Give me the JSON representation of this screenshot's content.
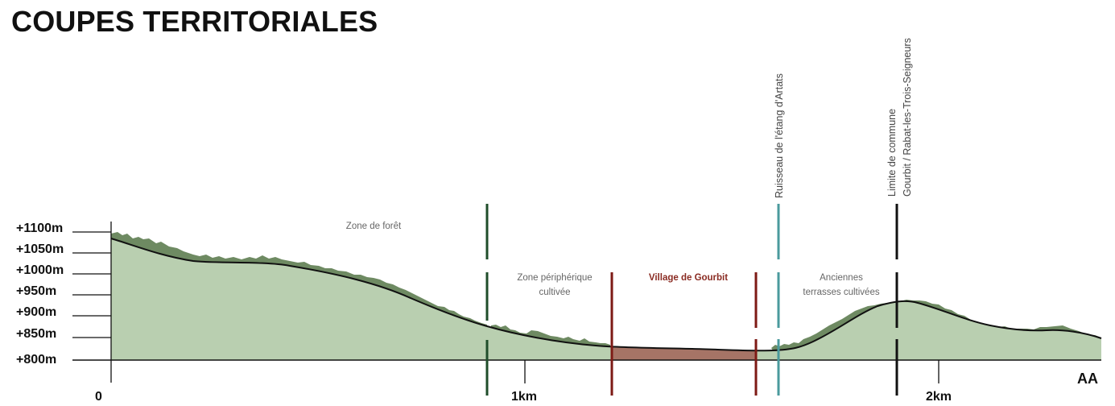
{
  "title": "COUPES TERRITORIALES",
  "section_id": "AA",
  "elevation_labels": [
    "+1100m",
    "+1050m",
    "+1000m",
    "+950m",
    "+900m",
    "+850m",
    "+800m"
  ],
  "distance_labels": [
    "0",
    "1km",
    "2km"
  ],
  "zones": {
    "forest": "Zone de forêt",
    "peripheral_line1": "Zone périphérique",
    "peripheral_line2": "cultivée",
    "village": "Village de Gourbit",
    "terraces_line1": "Anciennes",
    "terraces_line2": "terrasses cultivées"
  },
  "vertical_labels": {
    "stream": "Ruisseau de l'étang d'Artats",
    "boundary_line1": "Limite de commune",
    "boundary_line2": "Gourbit / Rabat-les-Trois-Seigneurs"
  },
  "colors": {
    "terrain_fill": "#b9cfb0",
    "vegetation": "#6e8a62",
    "village_fill": "#a67466",
    "forest_marker": "#1f4d2a",
    "village_marker": "#7d1a15",
    "stream_marker": "#4a9a9d",
    "boundary_marker": "#111111"
  }
}
